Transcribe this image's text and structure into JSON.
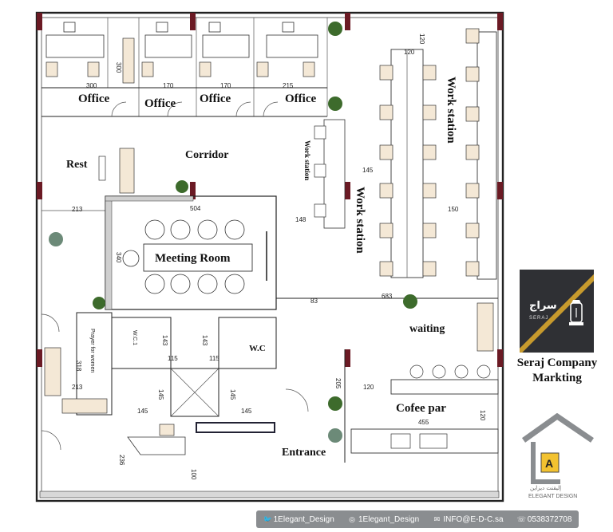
{
  "rooms": {
    "office_1": "Office",
    "office_2": "Office",
    "office_3": "Office",
    "office_4": "Office",
    "corridor": "Corridor",
    "rest": "Rest",
    "work_station_small": "Work station",
    "work_station_center": "Work station",
    "work_station_right": "Work station",
    "meeting_room": "Meeting Room",
    "prayer": "Prayer for women",
    "wc_1": "W.C.1",
    "wc_2": "W.C",
    "waiting": "waiting",
    "cofee_bar": "Cofee par",
    "entrance": "Entrance"
  },
  "dimensions": {
    "d300a": "300",
    "d300b": "300",
    "d170a": "170",
    "d170b": "170",
    "d215": "215",
    "d120_top": "120",
    "d120_inner": "120",
    "d145_ws": "145",
    "d150": "150",
    "d213_top": "213",
    "d504": "504",
    "d148": "148",
    "d340": "340",
    "d83": "83",
    "d683": "683",
    "d143a": "143",
    "d143b": "143",
    "d115a": "115",
    "d115b": "115",
    "d318": "318",
    "d213_bottom": "213",
    "d145_a": "145",
    "d145_b": "145",
    "d145_c": "145",
    "d145_d": "145",
    "d205": "205",
    "d120_cafe": "120",
    "d120_cafe_v": "120",
    "d455": "455",
    "d236": "236",
    "d100": "100"
  },
  "branding": {
    "logo_arabic": "سراج",
    "logo_latin": "SERAJ",
    "company_line1": "Seraj Company",
    "company_line2": "Markting",
    "designer_arabic": "إليقنت ديزاين",
    "designer_latin": "ELEGANT DESIGN",
    "designer_letter": "A"
  },
  "footer": {
    "twitter": "1Elegant_Design",
    "instagram": "1Elegant_Design",
    "email": "INFO@E-D-C.sa",
    "phone": "0538372708",
    "twitter_icon": "twitter-bird-icon",
    "instagram_icon": "instagram-icon",
    "email_icon": "envelope-icon",
    "phone_icon": "phone-icon"
  },
  "colors": {
    "pillar": "#6b1a24",
    "logo_bg": "#2f3034",
    "logo_accent": "#c79a2d",
    "footer_bg": "#8a8d90",
    "ed_logo_gray": "#8a8d90",
    "ed_logo_yellow": "#f2c230"
  }
}
